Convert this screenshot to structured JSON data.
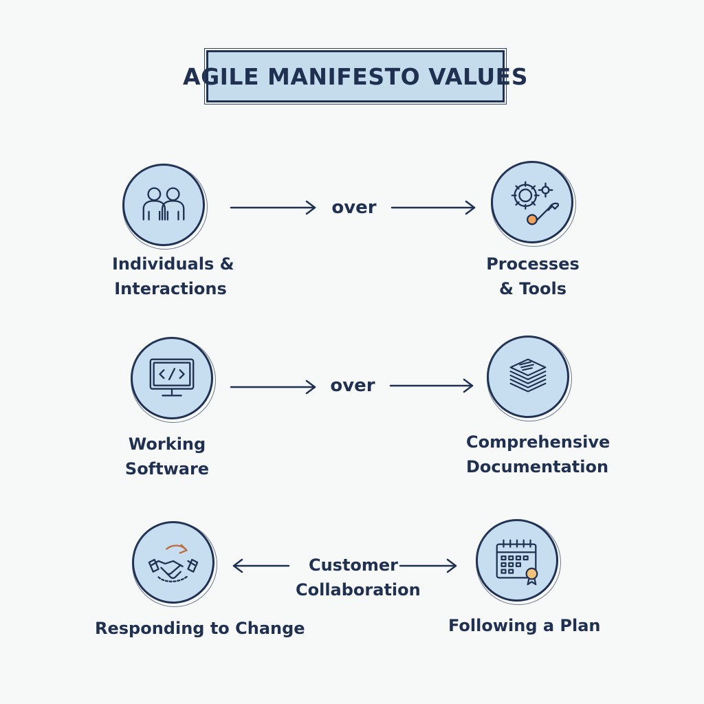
{
  "title": "AGILE MANIFESTO VALUES",
  "rows": [
    {
      "left_icon": "people-icon",
      "left_label": [
        "Individuals &",
        "Interactions"
      ],
      "connector": "over",
      "right_icon": "gears-wrench-icon",
      "right_label": [
        "Processes",
        "& Tools"
      ]
    },
    {
      "left_icon": "code-monitor-icon",
      "left_label": [
        "Working",
        "Software"
      ],
      "connector": "over",
      "right_icon": "document-stack-icon",
      "right_label": [
        "Comprehensive",
        "Documentation"
      ]
    },
    {
      "left_icon": "handshake-icon",
      "left_label": [
        "Responding to Change"
      ],
      "connector": "Customer Collaboration",
      "connector_lines": [
        "Customer",
        "Collaboration"
      ],
      "right_icon": "calendar-icon",
      "right_label": [
        "Following a Plan"
      ]
    }
  ],
  "colors": {
    "ink": "#1f3050",
    "icon_fill": "#c7def0",
    "title_fill": "#c5dced",
    "background": "#f7f8f8"
  }
}
